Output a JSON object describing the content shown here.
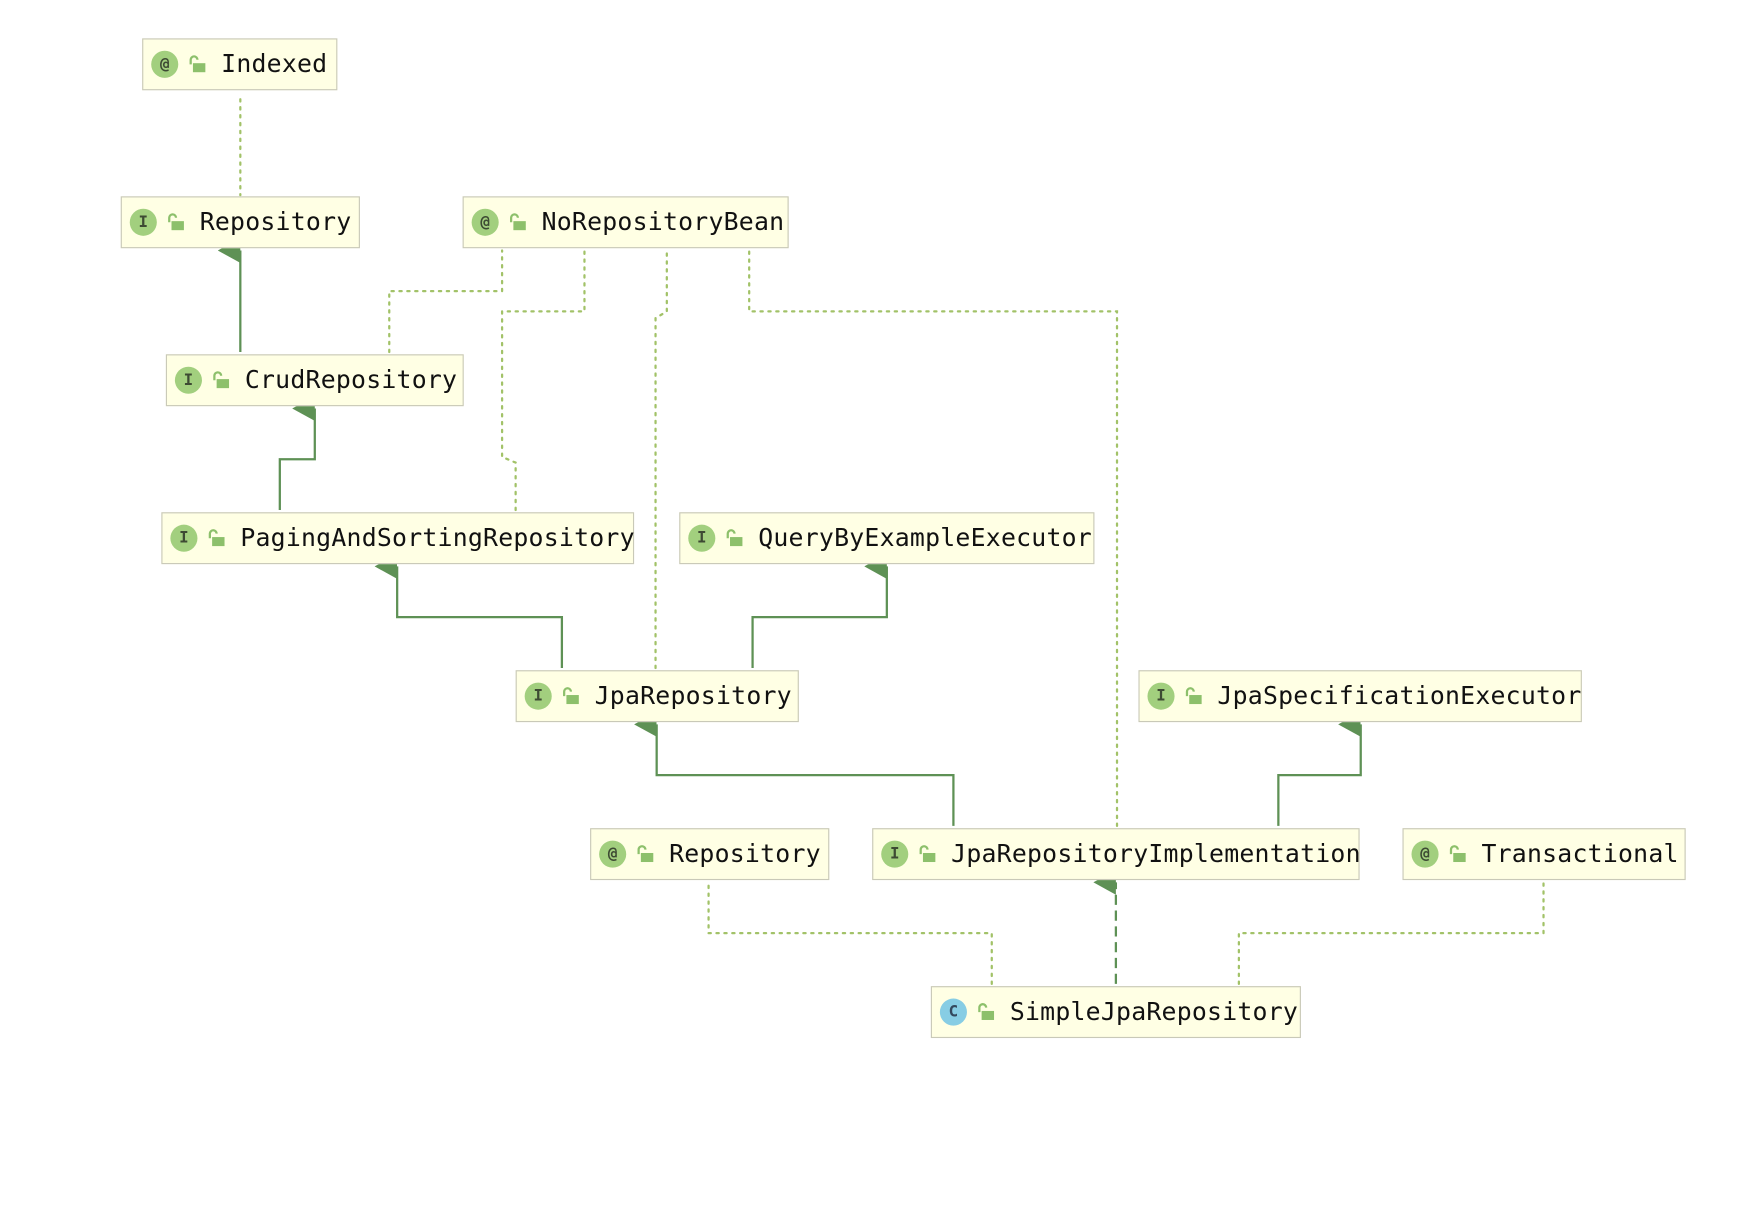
{
  "colors": {
    "edge": "#5e9155",
    "dotted": "#a2c268",
    "node_fill": "#ffffe4",
    "node_border": "#c9c9b8",
    "badge_green": "#a2cf7e",
    "badge_blue": "#87cde4"
  },
  "nodes": {
    "indexed": {
      "kind": "@",
      "name": "Indexed",
      "icon": "annotation-icon"
    },
    "repository": {
      "kind": "I",
      "name": "Repository",
      "icon": "interface-icon"
    },
    "no_repository_bean": {
      "kind": "@",
      "name": "NoRepositoryBean",
      "icon": "annotation-icon"
    },
    "crud_repository": {
      "kind": "I",
      "name": "CrudRepository",
      "icon": "interface-icon"
    },
    "paging_and_sorting_repository": {
      "kind": "I",
      "name": "PagingAndSortingRepository",
      "icon": "interface-icon"
    },
    "query_by_example_executor": {
      "kind": "I",
      "name": "QueryByExampleExecutor",
      "icon": "interface-icon"
    },
    "jpa_repository": {
      "kind": "I",
      "name": "JpaRepository",
      "icon": "interface-icon"
    },
    "jpa_specification_executor": {
      "kind": "I",
      "name": "JpaSpecificationExecutor",
      "icon": "interface-icon"
    },
    "repository_annotation": {
      "kind": "@",
      "name": "Repository",
      "icon": "annotation-icon"
    },
    "jpa_repository_implementation": {
      "kind": "I",
      "name": "JpaRepositoryImplementation",
      "icon": "interface-icon"
    },
    "transactional": {
      "kind": "@",
      "name": "Transactional",
      "icon": "annotation-icon"
    },
    "simple_jpa_repository": {
      "kind": "C",
      "name": "SimpleJpaRepository",
      "icon": "class-icon"
    }
  },
  "relations": [
    {
      "from": "repository",
      "to": "indexed",
      "type": "annotated-with"
    },
    {
      "from": "crud_repository",
      "to": "repository",
      "type": "extends"
    },
    {
      "from": "crud_repository",
      "to": "no_repository_bean",
      "type": "annotated-with"
    },
    {
      "from": "paging_and_sorting_repository",
      "to": "crud_repository",
      "type": "extends"
    },
    {
      "from": "paging_and_sorting_repository",
      "to": "no_repository_bean",
      "type": "annotated-with"
    },
    {
      "from": "jpa_repository",
      "to": "paging_and_sorting_repository",
      "type": "extends"
    },
    {
      "from": "jpa_repository",
      "to": "query_by_example_executor",
      "type": "extends"
    },
    {
      "from": "jpa_repository",
      "to": "no_repository_bean",
      "type": "annotated-with"
    },
    {
      "from": "jpa_repository_implementation",
      "to": "jpa_repository",
      "type": "extends"
    },
    {
      "from": "jpa_repository_implementation",
      "to": "jpa_specification_executor",
      "type": "extends"
    },
    {
      "from": "jpa_repository_implementation",
      "to": "no_repository_bean",
      "type": "annotated-with"
    },
    {
      "from": "simple_jpa_repository",
      "to": "jpa_repository_implementation",
      "type": "implements"
    },
    {
      "from": "simple_jpa_repository",
      "to": "repository_annotation",
      "type": "annotated-with"
    },
    {
      "from": "simple_jpa_repository",
      "to": "transactional",
      "type": "annotated-with"
    }
  ]
}
